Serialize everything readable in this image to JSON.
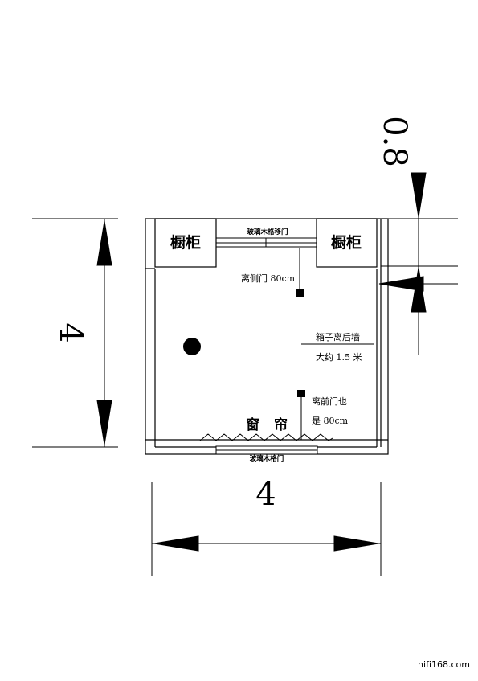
{
  "cabinet_left_label": "橱柜",
  "cabinet_right_label": "橱柜",
  "top_door_label": "玻璃木格移门",
  "bottom_door_label": "玻璃木格门",
  "curtain_label": "窗 帘",
  "note_side_door": "离侧门 80cm",
  "note_back_wall_line1": "箱子离后墙",
  "note_back_wall_line2": "大约 1.5 米",
  "note_front_door_line1": "离前门也",
  "note_front_door_line2": "是 80cm",
  "dim_height": "4",
  "dim_width": "4",
  "dim_offset": "0.8",
  "watermark": "hifi168.com",
  "colors": {
    "line": "#000000",
    "background": "#ffffff"
  }
}
